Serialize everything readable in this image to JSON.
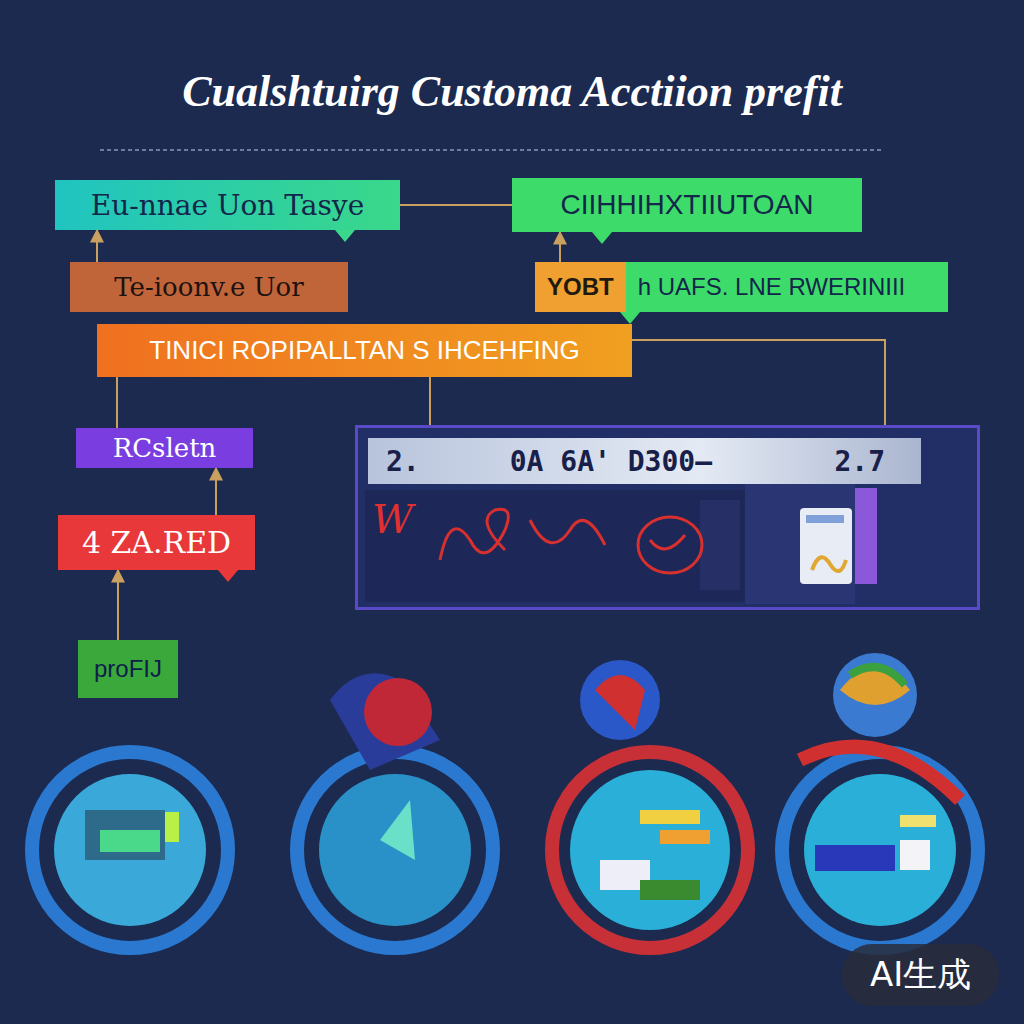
{
  "diagram": {
    "title": "Cualshtuirg  Customa Acctiion prefit",
    "nodes": [
      {
        "text": [
          "Eu-nnae Uon Tasye"
        ]
      },
      {
        "text": [
          "CIIHHIHXTIIUTOAN"
        ]
      },
      {
        "text": [
          "Te-ioonv.e Uor"
        ]
      },
      {
        "text": [
          "YOBT",
          "h UAFS. LNE RWERINIII"
        ]
      },
      {
        "text": [
          "TINICI ROPIPALLTAN S IHCEHFING"
        ]
      },
      {
        "text": [
          "RCsletn"
        ]
      },
      {
        "text": [
          "2.",
          "0A 6A' D300—",
          "2.7"
        ]
      },
      {
        "text": [
          "4 ZA.RED"
        ]
      },
      {
        "text": [
          "proFIJ"
        ]
      }
    ],
    "edges": [
      {
        "from": 0,
        "to": 1,
        "arrow": "none"
      },
      {
        "from": 2,
        "to": 0,
        "arrow": "to"
      },
      {
        "from": 3,
        "to": 1,
        "arrow": "to"
      },
      {
        "from": 4,
        "to": 5,
        "arrow": "none"
      },
      {
        "from": 7,
        "to": 5,
        "arrow": "to"
      },
      {
        "from": 8,
        "to": 7,
        "arrow": "to"
      },
      {
        "from": 4,
        "to": 6,
        "arrow": "none"
      },
      {
        "from": 4,
        "to": 6,
        "arrow": "none"
      }
    ],
    "labels": [
      "W",
      "AI生成"
    ]
  }
}
